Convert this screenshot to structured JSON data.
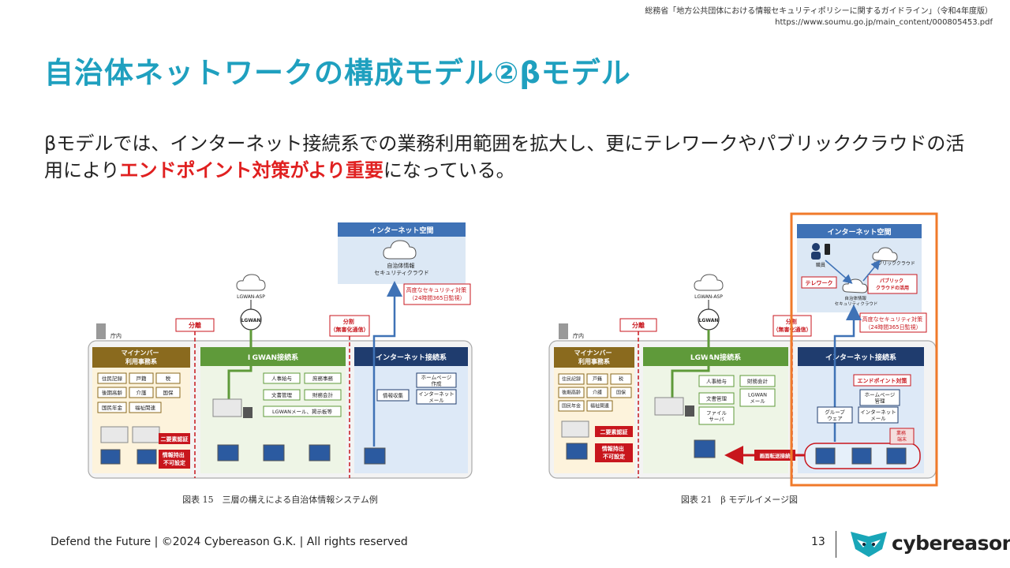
{
  "source": {
    "line1": "総務省「地方公共団体における情報セキュリティポリシーに関するガイドライン」（令和4年度版）",
    "line2": "https://www.soumu.go.jp/main_content/000805453.pdf"
  },
  "title": "自治体ネットワークの構成モデル②βモデル",
  "lead": {
    "before": "βモデルでは、インターネット接続系での業務利用範囲を拡大し、更にテレワークやパブリッククラウドの活用により",
    "highlight": "エンドポイント対策がより重要",
    "after": "になっている。"
  },
  "fig1": {
    "caption": "図表 15　三層の構えによる自治体情報システム例",
    "internet_space": "インターネット空間",
    "security_cloud": "自治体情報\nセキュリティクラウド",
    "security_note": "高度なセキュリティ対策\n（24時間365日監視）",
    "lgwan_asp": "LGWAN-ASP",
    "lgwan": "LGWAN",
    "separation1": "分離",
    "separation2": "分割\n（無害化通信）",
    "chouchou": "庁内",
    "zone_mynumber": "マイナンバー\n利用事務系",
    "zone_lgwan": "LGWAN接続系",
    "zone_internet": "インターネット接続系",
    "mynumber_items": [
      "住民記録",
      "戸籍",
      "税",
      "後期高齢",
      "介護",
      "国保",
      "国民年金",
      "福祉関連"
    ],
    "lgwan_items": [
      "人事給与",
      "庶務事務",
      "文書管理",
      "財務会計",
      "LGWANメール、掲示板等"
    ],
    "internet_items": [
      "情報収集",
      "ホームページ\n作成",
      "インターネット\nメール"
    ],
    "auth_label": "二要素認証",
    "export_label": "情報持出\n不可設定"
  },
  "fig2": {
    "caption": "図表 21　β モデルイメージ図",
    "internet_space": "インターネット空間",
    "staff": "職員",
    "public_cloud": "パブリッククラウド",
    "telework": "テレワーク",
    "public_cloud_use": "パブリック\nクラウドの活用",
    "security_cloud": "自治体情報\nセキュリティクラウド",
    "security_note": "高度なセキュリティ対策\n（24時間365日監視）",
    "lgwan_asp": "LGWAN-ASP",
    "lgwan": "LGWAN",
    "separation1": "分離",
    "separation2": "分割\n（無害化通信）",
    "chouchou": "庁内",
    "zone_mynumber": "マイナンバー\n利用事務系",
    "zone_lgwan": "LGWAN接続系",
    "zone_internet": "インターネット接続系",
    "mynumber_items": [
      "住民記録",
      "戸籍",
      "税",
      "後期高齢",
      "介護",
      "国保",
      "国民年金",
      "福祉関連"
    ],
    "lgwan_items": [
      "人事給与",
      "財務会計",
      "文書管理",
      "LGWAN\nメール",
      "ファイル\nサーバ"
    ],
    "endpoint": "エンドポイント対策",
    "internet_items": [
      "ホームページ\n管理",
      "グループ\nウェア",
      "インターネット\nメール"
    ],
    "business_terminal": "業務\n端末",
    "screen_transfer": "画面転送接続",
    "auth_label": "二要素認証",
    "export_label": "情報持出\n不可設定"
  },
  "footer": {
    "copyright": "Defend the Future | ©2024 Cybereason G.K. | All rights reserved",
    "page": "13",
    "logo": "cybereason"
  },
  "colors": {
    "title": "#1fa0bf",
    "highlight": "#e02020",
    "mynumber_header": "#8a6a1e",
    "lgwan_header": "#5f9a3a",
    "internet_header": "#1f3c6e",
    "internet_space": "#3f72b6",
    "orange_frame": "#f07a2a",
    "red_tag": "#c8161d"
  }
}
